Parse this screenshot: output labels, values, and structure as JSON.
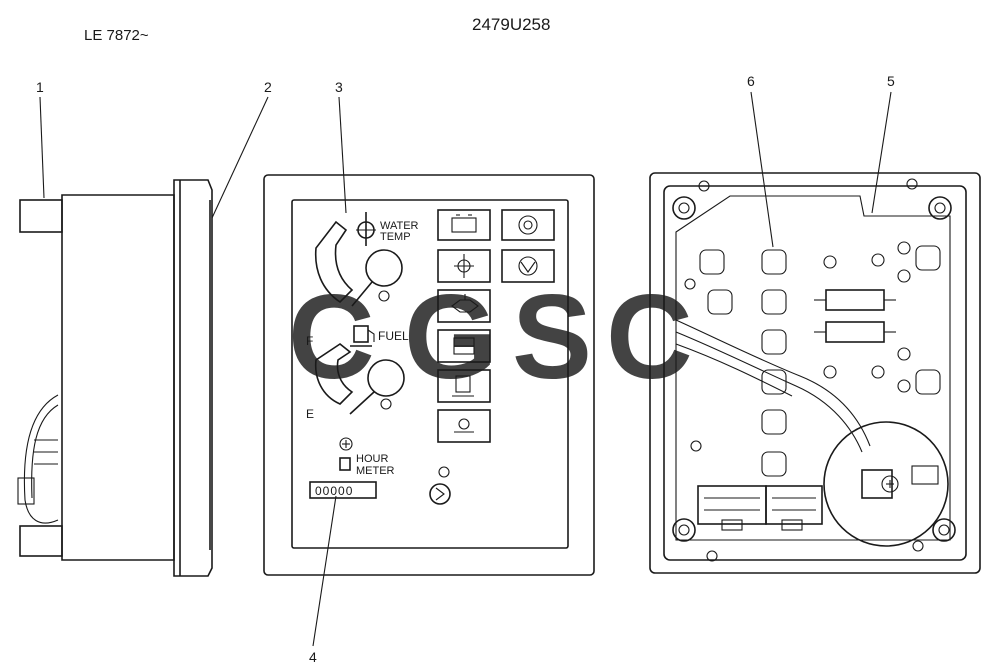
{
  "header": {
    "serial_left": "LE 7872~",
    "part_code": "2479U258"
  },
  "callouts": [
    "1",
    "2",
    "3",
    "4",
    "5",
    "6"
  ],
  "panel_labels": {
    "water_temp_line1": "WATER",
    "water_temp_line2": "TEMP",
    "fuel": "FUEL",
    "fuel_full": "F",
    "fuel_empty": "E",
    "hour_meter_line1": "HOUR",
    "hour_meter_line2": "METER",
    "hour_meter_digits": "00000"
  },
  "watermark": {
    "text": "CGSC",
    "colors": [
      "#4f8ff7",
      "#f26b63",
      "#f9d35b",
      "#3fae6c"
    ]
  },
  "icons": [
    "battery-icon",
    "coolant-temp-icon",
    "oil-pressure-icon",
    "fuel-icon",
    "air-filter-icon",
    "brake-icon",
    "hydraulic-icon",
    "glow-plug-icon"
  ]
}
